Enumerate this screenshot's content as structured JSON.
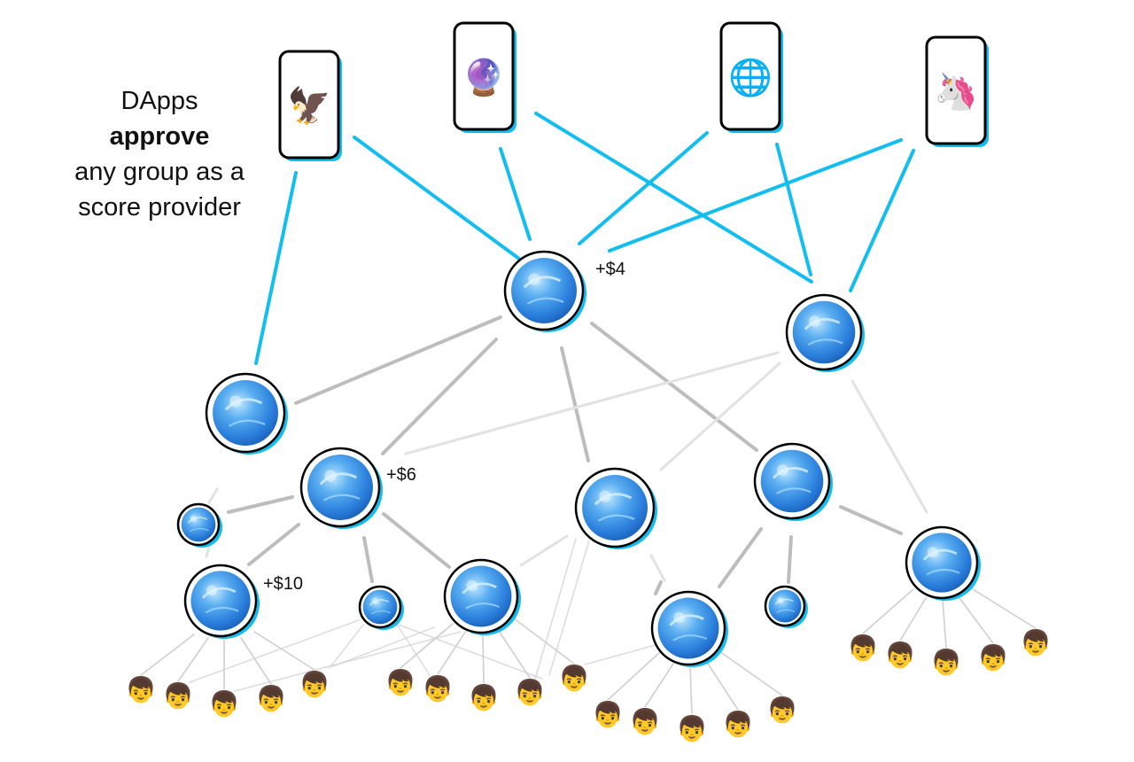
{
  "caption": {
    "line1": "DApps",
    "line2_bold": "approve",
    "line3": "any group as a",
    "line4": "score provider"
  },
  "dapps": [
    {
      "icon": "eagle-icon",
      "glyph": "🦅"
    },
    {
      "icon": "crystal-ball-icon",
      "glyph": "🔮"
    },
    {
      "icon": "globe-icon",
      "glyph": "🌐"
    },
    {
      "icon": "unicorn-icon",
      "glyph": "🦄"
    }
  ],
  "groups": [
    {
      "id": "g-top-center",
      "label": "+$4"
    },
    {
      "id": "g-top-right",
      "label": ""
    },
    {
      "id": "g-left",
      "label": ""
    },
    {
      "id": "g-mid-left",
      "label": "+$6"
    },
    {
      "id": "g-small-left",
      "label": ""
    },
    {
      "id": "g-bottom-left",
      "label": "+$10"
    },
    {
      "id": "g-small-center-left",
      "label": ""
    },
    {
      "id": "g-bottom-center-left",
      "label": ""
    },
    {
      "id": "g-center",
      "label": ""
    },
    {
      "id": "g-right-upper",
      "label": ""
    },
    {
      "id": "g-bottom-center",
      "label": ""
    },
    {
      "id": "g-small-right",
      "label": ""
    },
    {
      "id": "g-far-right",
      "label": ""
    }
  ],
  "user_glyph": "👦",
  "colors": {
    "approval_edge": "#12bdf0",
    "group_edge": "#bdbdbd",
    "group_edge_faint": "#e2e2e2",
    "user_edge": "#cfcfcf",
    "orb": "#3d8ee0",
    "orb_shadow": "#12bdf0"
  }
}
